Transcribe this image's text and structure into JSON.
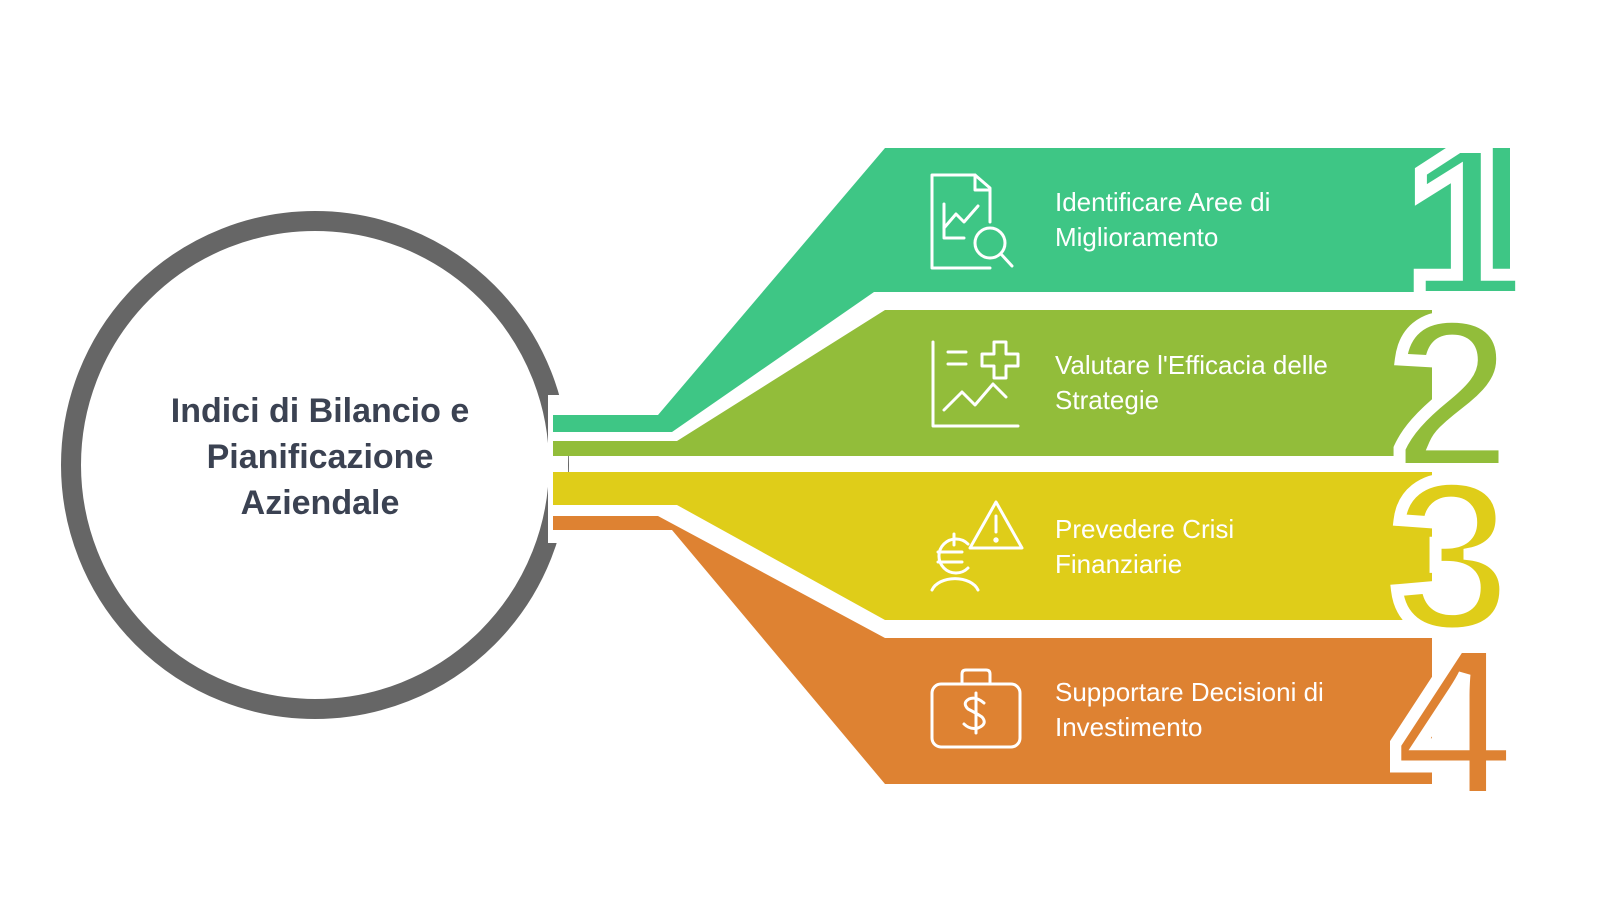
{
  "center": {
    "title_lines": [
      "Indici di Bilancio e",
      "Pianificazione",
      "Aziendale"
    ]
  },
  "items": [
    {
      "number": "1",
      "lines": [
        "Identificare Aree di",
        "Miglioramento"
      ],
      "color": "#3ec685",
      "icon": "chart-search-icon"
    },
    {
      "number": "2",
      "lines": [
        "Valutare l'Efficacia delle",
        "Strategie"
      ],
      "color": "#92bd3a",
      "icon": "strategy-chart-icon"
    },
    {
      "number": "3",
      "lines": [
        "Prevedere Crisi",
        "Finanziarie"
      ],
      "color": "#dfcd19",
      "icon": "crisis-warning-icon"
    },
    {
      "number": "4",
      "lines": [
        "Supportare Decisioni di",
        "Investimento"
      ],
      "color": "#de8232",
      "icon": "briefcase-dollar-icon"
    }
  ],
  "colors": {
    "ring": "#666666",
    "title": "#3b4252"
  }
}
